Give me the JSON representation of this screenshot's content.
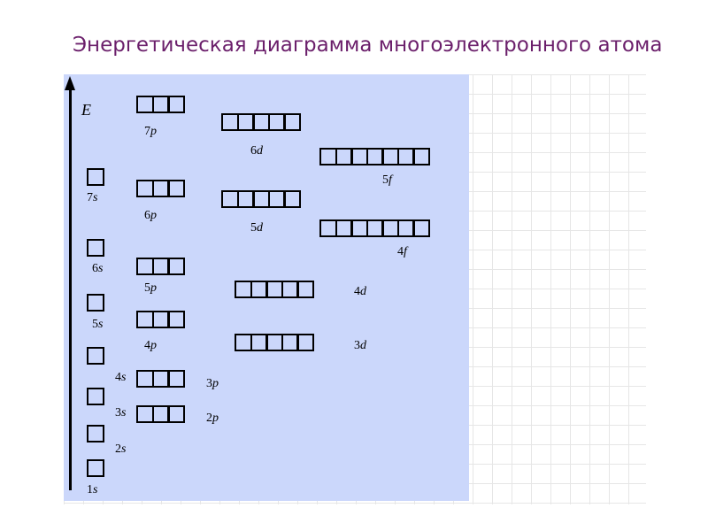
{
  "title": "Энергетическая диаграмма многоэлектронного атома",
  "axis_label": "E",
  "orbitals": [
    {
      "id": "1s",
      "label": "1s",
      "cells": 1
    },
    {
      "id": "2s",
      "label": "2s",
      "cells": 1
    },
    {
      "id": "2p",
      "label": "2p",
      "cells": 3
    },
    {
      "id": "3s",
      "label": "3s",
      "cells": 1
    },
    {
      "id": "3p",
      "label": "3p",
      "cells": 3
    },
    {
      "id": "4s",
      "label": "4s",
      "cells": 1
    },
    {
      "id": "3d",
      "label": "3d",
      "cells": 5
    },
    {
      "id": "4p",
      "label": "4p",
      "cells": 3
    },
    {
      "id": "5s",
      "label": "5s",
      "cells": 1
    },
    {
      "id": "4d",
      "label": "4d",
      "cells": 5
    },
    {
      "id": "5p",
      "label": "5p",
      "cells": 3
    },
    {
      "id": "6s",
      "label": "6s",
      "cells": 1
    },
    {
      "id": "4f",
      "label": "4f",
      "cells": 7
    },
    {
      "id": "5d",
      "label": "5d",
      "cells": 5
    },
    {
      "id": "6p",
      "label": "6p",
      "cells": 3
    },
    {
      "id": "7s",
      "label": "7s",
      "cells": 1
    },
    {
      "id": "5f",
      "label": "5f",
      "cells": 7
    },
    {
      "id": "6d",
      "label": "6d",
      "cells": 5
    },
    {
      "id": "7p",
      "label": "7p",
      "cells": 3
    }
  ]
}
